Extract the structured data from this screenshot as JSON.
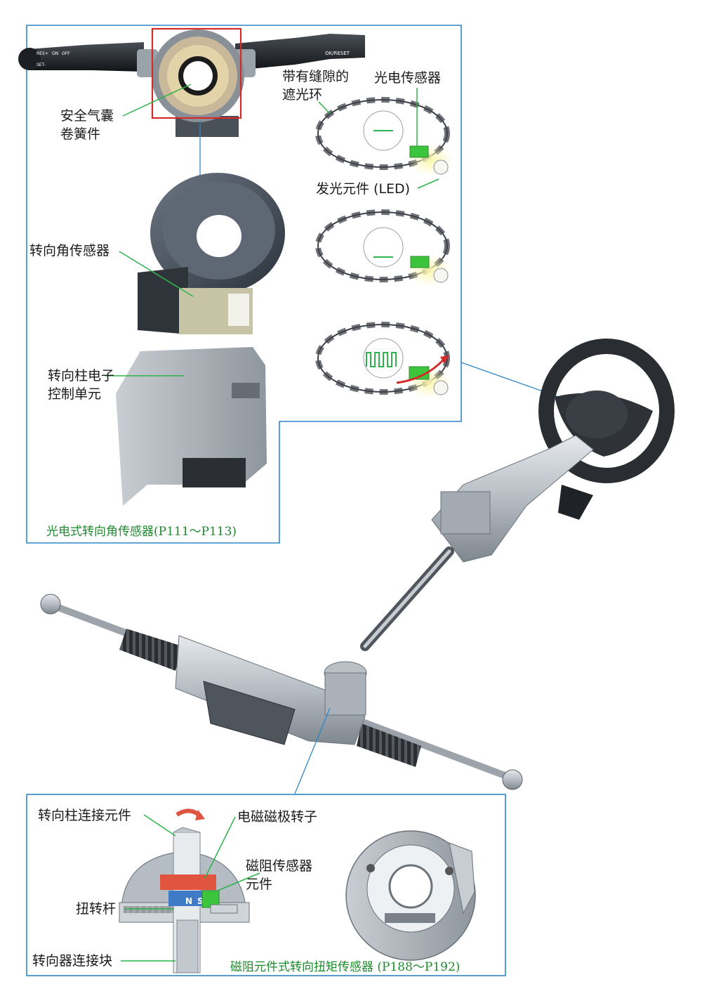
{
  "colors": {
    "panel_border": "#2f86c6",
    "leader_green": "#2db34a",
    "caption_green": "#1e8a2e",
    "highlight_red": "#d42a2a",
    "sensor_green": "#3cc43c",
    "glow_yellow": "#f3ef9a"
  },
  "top_panel": {
    "airbag_coil": [
      "安全气囊",
      "卷簧件"
    ],
    "slotted_ring": [
      "带有缝隙的",
      "遮光环"
    ],
    "photo_sensor": "光电传感器",
    "led": "发光元件 (LED)",
    "angle_sensor": "转向角传感器",
    "column_ecu": [
      "转向柱电子",
      "控制单元"
    ],
    "switch_left_text": [
      "RES+",
      "ON",
      "OFF",
      "SET-"
    ],
    "switch_right_text": "OK/RESET",
    "caption": "光电式转向角传感器(P111～P113)"
  },
  "bottom_panel": {
    "column_connector": "转向柱连接元件",
    "magnet_rotor": "电磁磁极转子",
    "mr_sensor": [
      "磁阻传感器",
      "元件"
    ],
    "torsion_bar": "扭转杆",
    "gear_connector": "转向器连接块",
    "pole_n": "N",
    "pole_s": "S",
    "caption": "磁阻元件式转向扭矩传感器 (P188～P192)"
  }
}
